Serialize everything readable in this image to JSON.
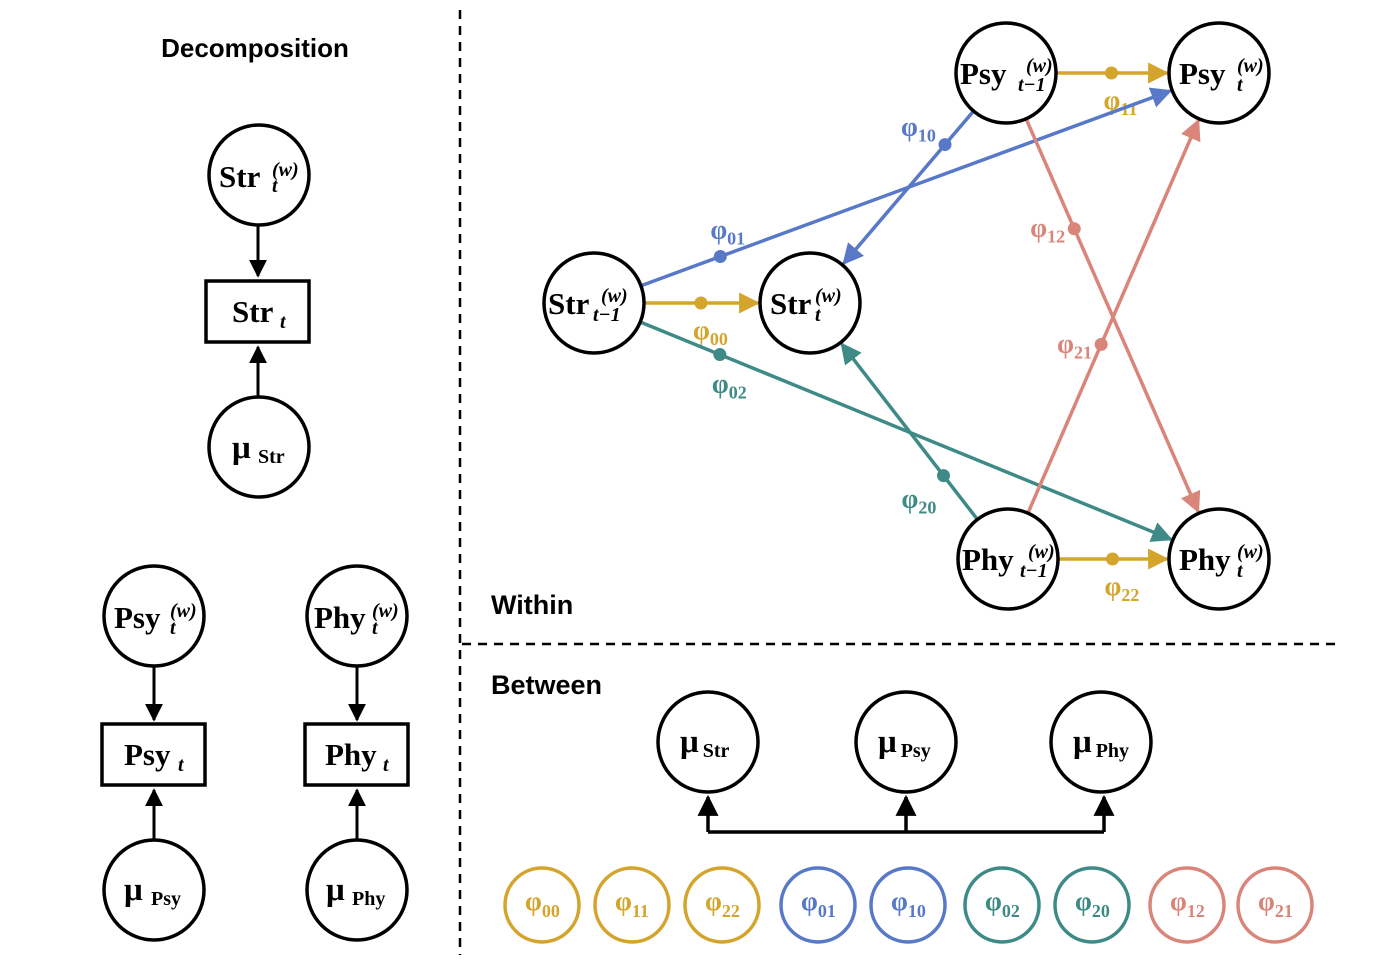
{
  "panels": {
    "decomposition_title": "Decomposition",
    "within_label": "Within",
    "between_label": "Between"
  },
  "colors": {
    "gold": "#D4A52C",
    "blue": "#5878C8",
    "teal": "#3E8A86",
    "salmon": "#D9857A",
    "black": "#000000"
  },
  "decomposition": {
    "str": {
      "within": {
        "base": "Str",
        "sup": "(w)",
        "sub": "t"
      },
      "observed": {
        "base": "Str",
        "sub": "t"
      },
      "mean": {
        "base": "μ",
        "sub": "Str"
      }
    },
    "psy": {
      "within": {
        "base": "Psy",
        "sup": "(w)",
        "sub": "t"
      },
      "observed": {
        "base": "Psy",
        "sub": "t"
      },
      "mean": {
        "base": "μ",
        "sub": "Psy"
      }
    },
    "phy": {
      "within": {
        "base": "Phy",
        "sup": "(w)",
        "sub": "t"
      },
      "observed": {
        "base": "Phy",
        "sub": "t"
      },
      "mean": {
        "base": "μ",
        "sub": "Phy"
      }
    }
  },
  "within": {
    "nodes": {
      "str_prev": {
        "base": "Str",
        "sup": "(w)",
        "sub": "t−1"
      },
      "str_now": {
        "base": "Str",
        "sup": "(w)",
        "sub": "t"
      },
      "psy_prev": {
        "base": "Psy",
        "sup": "(w)",
        "sub": "t−1"
      },
      "psy_now": {
        "base": "Psy",
        "sup": "(w)",
        "sub": "t"
      },
      "phy_prev": {
        "base": "Phy",
        "sup": "(w)",
        "sub": "t−1"
      },
      "phy_now": {
        "base": "Phy",
        "sup": "(w)",
        "sub": "t"
      }
    },
    "paths": [
      {
        "id": "phi00",
        "base": "φ",
        "sub": "00",
        "color": "#D4A52C",
        "from": "str_prev",
        "to": "str_now"
      },
      {
        "id": "phi11",
        "base": "φ",
        "sub": "11",
        "color": "#D4A52C",
        "from": "psy_prev",
        "to": "psy_now"
      },
      {
        "id": "phi22",
        "base": "φ",
        "sub": "22",
        "color": "#D4A52C",
        "from": "phy_prev",
        "to": "phy_now"
      },
      {
        "id": "phi01",
        "base": "φ",
        "sub": "01",
        "color": "#5878C8",
        "from": "str_prev",
        "to": "psy_now"
      },
      {
        "id": "phi10",
        "base": "φ",
        "sub": "10",
        "color": "#5878C8",
        "from": "psy_prev",
        "to": "str_now"
      },
      {
        "id": "phi02",
        "base": "φ",
        "sub": "02",
        "color": "#3E8A86",
        "from": "str_prev",
        "to": "phy_now"
      },
      {
        "id": "phi20",
        "base": "φ",
        "sub": "20",
        "color": "#3E8A86",
        "from": "phy_prev",
        "to": "str_now"
      },
      {
        "id": "phi12",
        "base": "φ",
        "sub": "12",
        "color": "#D9857A",
        "from": "psy_prev",
        "to": "phy_now"
      },
      {
        "id": "phi21",
        "base": "φ",
        "sub": "21",
        "color": "#D9857A",
        "from": "phy_prev",
        "to": "psy_now"
      }
    ]
  },
  "between": {
    "means": [
      {
        "base": "μ",
        "sub": "Str"
      },
      {
        "base": "μ",
        "sub": "Psy"
      },
      {
        "base": "μ",
        "sub": "Phy"
      }
    ],
    "parameters": [
      {
        "base": "φ",
        "sub": "00",
        "color": "#D4A52C"
      },
      {
        "base": "φ",
        "sub": "11",
        "color": "#D4A52C"
      },
      {
        "base": "φ",
        "sub": "22",
        "color": "#D4A52C"
      },
      {
        "base": "φ",
        "sub": "01",
        "color": "#5878C8"
      },
      {
        "base": "φ",
        "sub": "10",
        "color": "#5878C8"
      },
      {
        "base": "φ",
        "sub": "02",
        "color": "#3E8A86"
      },
      {
        "base": "φ",
        "sub": "20",
        "color": "#3E8A86"
      },
      {
        "base": "φ",
        "sub": "12",
        "color": "#D9857A"
      },
      {
        "base": "φ",
        "sub": "21",
        "color": "#D9857A"
      }
    ]
  }
}
